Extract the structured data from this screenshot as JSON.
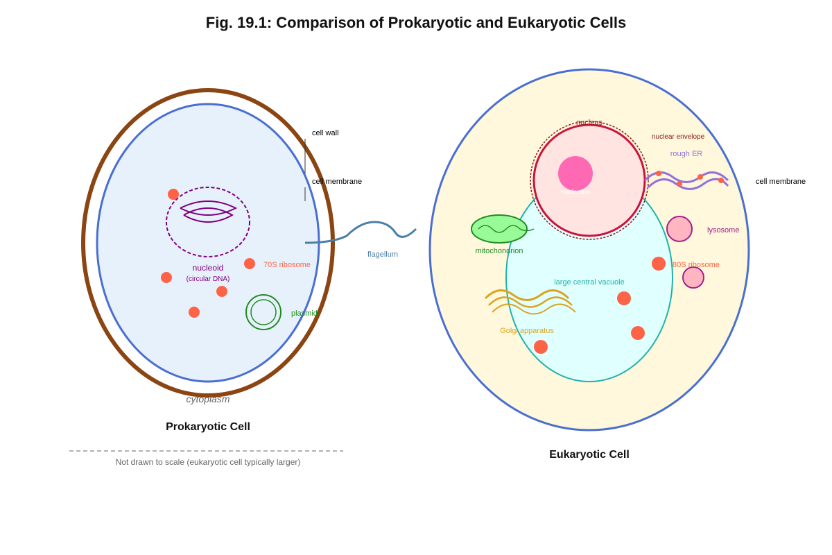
{
  "title": "Fig. 19.1: Comparison of Prokaryotic and Eukaryotic Cells",
  "prokaryote": {
    "caption": "Prokaryotic Cell",
    "labels": {
      "cell_wall": "cell wall",
      "cell_membrane": "cell membrane",
      "nucleoid": "nucleoid",
      "nucleoid_sub": "(circular DNA)",
      "ribosome": "70S ribosome",
      "plasmid": "plasmid",
      "flagellum": "flagellum",
      "cytoplasm": "cytoplasm"
    }
  },
  "eukaryote": {
    "caption": "Eukaryotic Cell",
    "labels": {
      "nucleus": "nucleus",
      "nuclear_envelope": "nuclear envelope",
      "nucleolus": "nucleolus",
      "rough_er": "rough ER",
      "cell_membrane": "cell membrane",
      "mitochondrion": "mitochondrion",
      "lysosome": "lysosome",
      "ribosome": "80S ribosome",
      "vacuole": "large central vacuole",
      "golgi": "Golgi apparatus"
    }
  },
  "note": "Not drawn to scale (eukaryotic cell typically larger)",
  "colors": {
    "cell_wall": "#8b4513",
    "membrane": "#4a6fd0",
    "prok_cytoplasm": "#e6f1fb",
    "euk_cytoplasm": "#fff8dc",
    "nucleoid": "#800080",
    "ribosome": "#ff6347",
    "plasmid": "#228b22",
    "flagellum": "#4a7fa7",
    "nucleus_fill": "#ffe4e1",
    "nucleus_stroke": "#c8143c",
    "nucleolus": "#ff69b4",
    "rough_er": "#9370db",
    "mitochondrion_fill": "#98fb98",
    "mitochondrion_stroke": "#228b22",
    "lysosome_fill": "#ffb6c1",
    "lysosome_stroke": "#a0208c",
    "vacuole_fill": "#e0ffff",
    "vacuole_stroke": "#20b2aa",
    "golgi": "#daa520"
  }
}
